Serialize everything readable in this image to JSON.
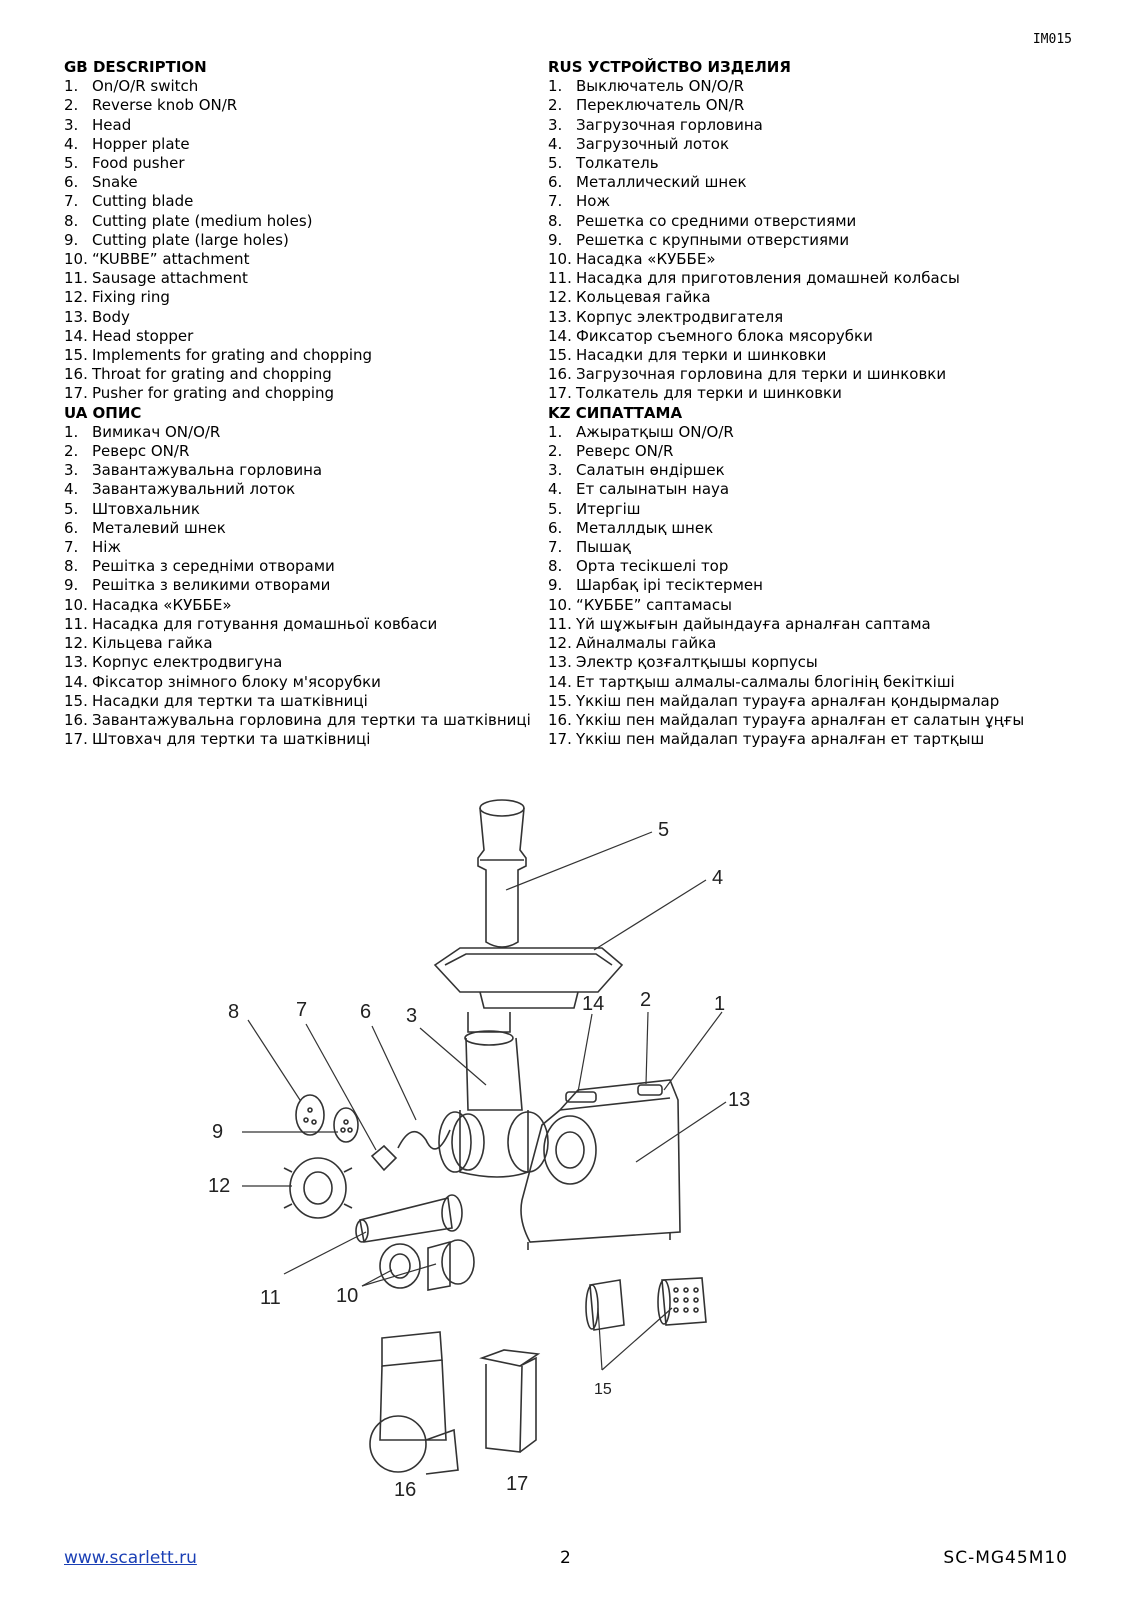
{
  "header": {
    "doc_code": "IM015"
  },
  "sections": {
    "gb": {
      "title": "GB DESCRIPTION",
      "items": [
        "On/O/R switch",
        "Reverse knob ON/R",
        "Head",
        "Hopper plate",
        "Food pusher",
        "Snake",
        "Cutting blade",
        "Cutting plate (medium holes)",
        "Cutting plate (large holes)",
        "“KUBBE” attachment",
        "Sausage attachment",
        "Fixing ring",
        "Body",
        "Head stopper",
        "Implements for grating and chopping",
        "Throat for grating and chopping",
        "Pusher for grating and chopping"
      ]
    },
    "ua": {
      "title": "UA ОПИС",
      "items": [
        "Вимикач ON/O/R",
        "Реверс ON/R",
        "Завантажувальна горловина",
        "Завантажувальний лоток",
        "Штовхальник",
        "Металевий шнек",
        "Ніж",
        "Решітка з середніми отворами",
        "Решітка з великими отворами",
        "Насадка «КУББЕ»",
        "Насадка для готування домашньої ковбаси",
        "Кільцева гайка",
        "Корпус електродвигуна",
        "Фіксатор знімного блоку м'ясорубки",
        "Насадки для тертки та шатківниці",
        "Завантажувальна горловина для тертки та шатківниці",
        "Штовхач для тертки та шатківниці"
      ]
    },
    "rus": {
      "title": "RUS УСТРОЙСТВО ИЗДЕЛИЯ",
      "items": [
        "Выключатель ON/O/R",
        "Переключатель ON/R",
        "Загрузочная горловина",
        "Загрузочный лоток",
        "Толкатель",
        "Металлический шнек",
        "Нож",
        "Решетка со средними отверстиями",
        "Решетка с крупными отверстиями",
        "Насадка «КУББЕ»",
        "Насадка для приготовления домашней колбасы",
        "Кольцевая гайка",
        "Корпус электродвигателя",
        "Фиксатор съемного блока мясорубки",
        "Насадки для терки и шинковки",
        "Загрузочная горловина для терки и шинковки",
        "Толкатель для терки и шинковки"
      ]
    },
    "kz": {
      "title": "KZ СИПАТТАМА",
      "items": [
        "Ажыратқыш ON/O/R",
        "Реверс ON/R",
        "Салатын өндіршек",
        "Ет салынатын науа",
        "Итергіш",
        "Металлдық шнек",
        "Пышақ",
        "Орта тесікшелі тор",
        "Шарбақ ірі тесіктермен",
        "“КУББЕ” саптамасы",
        "Үй шұжығын дайындауға арналған саптама",
        "Айналмалы гайка",
        "Электр қозғалтқышы корпусы",
        "Ет тартқыш алмалы-салмалы блогінің бекіткіші",
        "Үккіш пен майдалап турауға арналған қондырмалар",
        "Үккіш пен майдалап турауға арналған ет салатын ұңғы",
        "Үккіш пен майдалап турауға арналған ет тартқыш"
      ]
    }
  },
  "diagram": {
    "labels": [
      "5",
      "4",
      "8",
      "7",
      "6",
      "3",
      "14",
      "2",
      "1",
      "13",
      "9",
      "12",
      "11",
      "10",
      "15",
      "16",
      "17"
    ]
  },
  "footer": {
    "website": "www.scarlett.ru",
    "page_number": "2",
    "model": "SC-MG45M10"
  }
}
